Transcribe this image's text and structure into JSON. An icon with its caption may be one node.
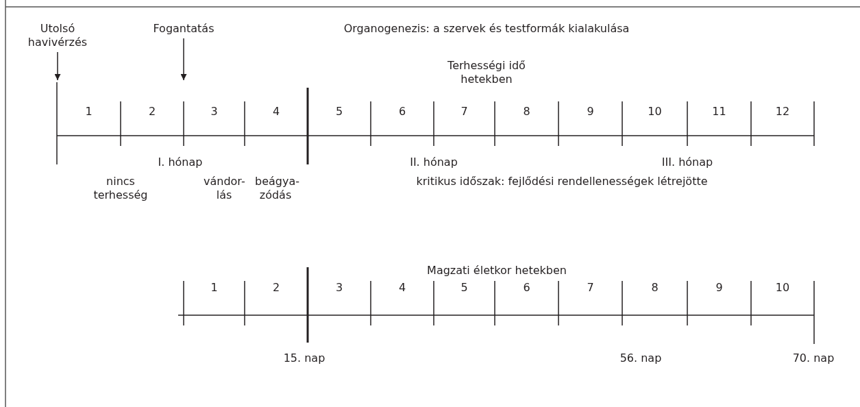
{
  "diagram": {
    "nodes": [
      {
        "text": [
          "Utolsó havivérzés"
        ]
      },
      {
        "text": [
          "Fogantatás"
        ]
      }
    ],
    "edges": [
      {
        "from": 0,
        "to": null,
        "arrow": "to"
      },
      {
        "from": 1,
        "to": null,
        "arrow": "to"
      }
    ],
    "labels": [
      "Organogenezis: a szervek és testformák kialakulása",
      "Terhességi idő hetekben",
      "1",
      "2",
      "3",
      "4",
      "5",
      "6",
      "7",
      "8",
      "9",
      "10",
      "11",
      "12",
      "I. hónap",
      "II. hónap",
      "III. hónap",
      "nincs terhesség",
      "vándor- lás",
      "beágya- zódás",
      "kritikus időszak: fejlődési rendellenességek létrejötte",
      "Magzati életkor hetekben",
      "1",
      "2",
      "3",
      "4",
      "5",
      "6",
      "7",
      "8",
      "9",
      "10",
      "15. nap",
      "56. nap",
      "70. nap"
    ]
  }
}
